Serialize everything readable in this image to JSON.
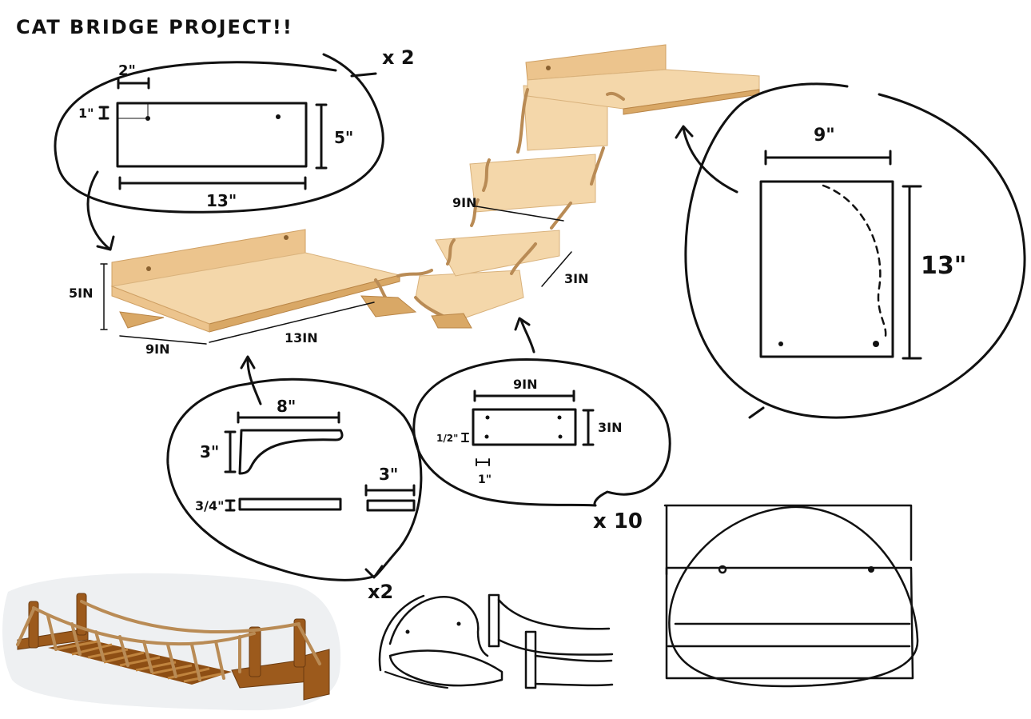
{
  "title": "CAT BRIDGE PROJECT!!",
  "labels": {
    "top_board": {
      "width": "13\"",
      "height": "5\"",
      "hole_offset_x": "2\"",
      "hole_offset_y": "1\"",
      "count": "x 2"
    },
    "platform": {
      "height": "5IN",
      "depth": "9IN",
      "length": "13IN"
    },
    "bridge": {
      "width": "9IN",
      "depth": "3IN"
    },
    "bracket": {
      "length": "8\"",
      "height": "3\"",
      "thickness": "3/4\"",
      "piece": "3\"",
      "count": "x2"
    },
    "slat": {
      "width": "9IN",
      "height": "3IN",
      "hole_offset_y": "1/2\"",
      "hole_offset_x": "1\"",
      "count": "x 10"
    },
    "round_platform": {
      "width": "9\"",
      "height": "13\""
    }
  },
  "colors": {
    "ink": "#111111",
    "wood_light": "#f4d7aa",
    "wood_mid": "#ecc48d",
    "wood_dark": "#9c5a1c",
    "rope": "#b98b55"
  }
}
